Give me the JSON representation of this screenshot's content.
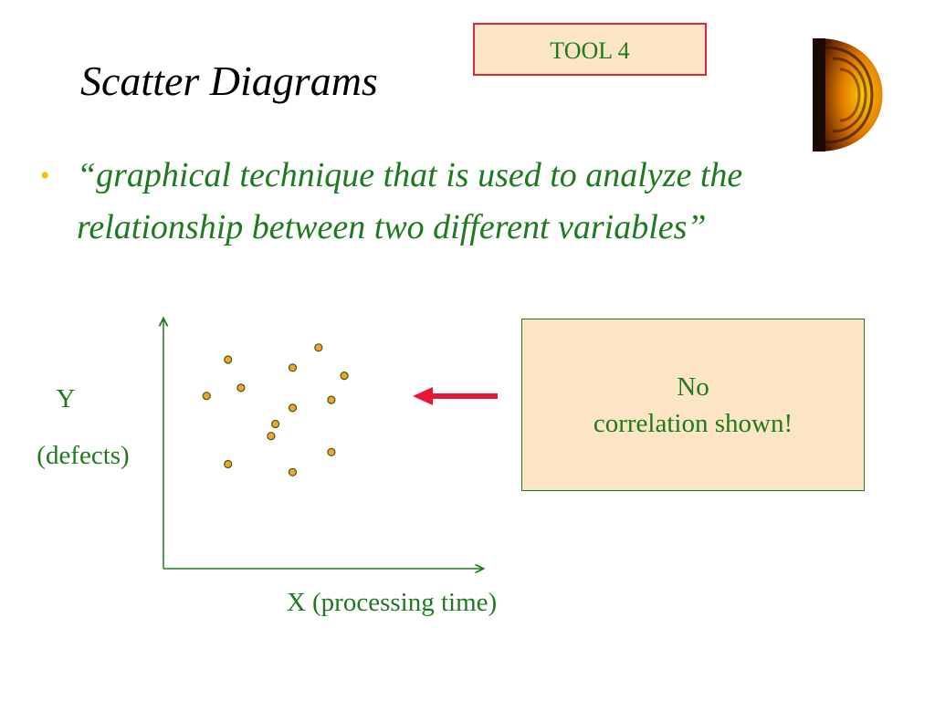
{
  "slide": {
    "title": "Scatter Diagrams",
    "tool_label": "TOOL 4",
    "bullet": "“graphical technique that is used to analyze the relationship between two different variables”",
    "note_lines": [
      "No",
      "correlation shown!"
    ],
    "colors": {
      "text_green": "#1e7a1e",
      "box_fill": "#fbe5c5",
      "tool_border": "#e0263c",
      "arrow_red": "#e8173a",
      "bullet_yellow": "#f2c400",
      "dot_fill": "#f5a32a"
    }
  },
  "chart_data": {
    "type": "scatter",
    "ylabel_lines": [
      "Y",
      "(defects)"
    ],
    "xlabel": "X (processing time)",
    "axis_ticks": false,
    "points": [
      {
        "x": 1.5,
        "y": 5.2
      },
      {
        "x": 1.0,
        "y": 4.3
      },
      {
        "x": 1.8,
        "y": 4.5
      },
      {
        "x": 2.5,
        "y": 3.3
      },
      {
        "x": 3.0,
        "y": 5.0
      },
      {
        "x": 3.0,
        "y": 4.0
      },
      {
        "x": 3.6,
        "y": 5.5
      },
      {
        "x": 4.2,
        "y": 4.8
      },
      {
        "x": 3.9,
        "y": 4.2
      },
      {
        "x": 2.6,
        "y": 3.6
      },
      {
        "x": 3.9,
        "y": 2.9
      },
      {
        "x": 1.5,
        "y": 2.6
      },
      {
        "x": 3.0,
        "y": 2.4
      }
    ],
    "xlim": [
      0,
      7.4
    ],
    "ylim": [
      0,
      6.2
    ]
  }
}
